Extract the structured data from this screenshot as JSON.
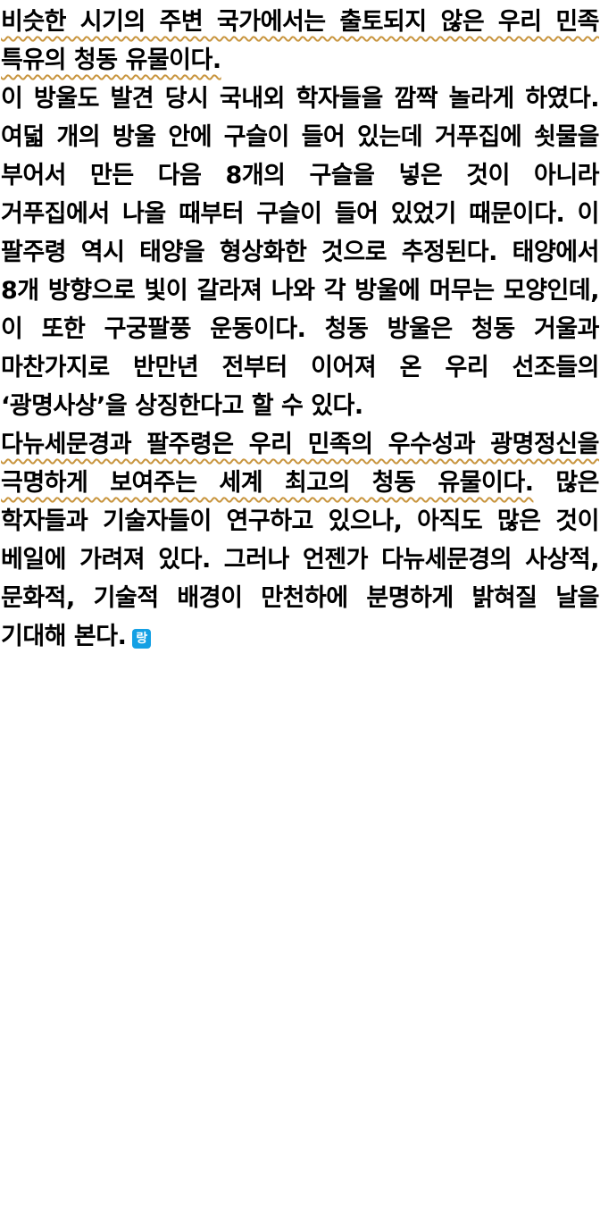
{
  "page": {
    "background_color": "#ffffff",
    "text_color": "#000000",
    "underline_color": "#c8953f",
    "paragraphs": [
      {
        "segments": [
          {
            "text": "비슷한 시기의 주변 국가에서는 출토되지 않은 우리 민족 특유의 청동 유물이다.",
            "underline": true
          }
        ],
        "has_end_mark": false
      },
      {
        "segments": [
          {
            "text": "이 방울도 발견 당시 국내외 학자들을 깜짝 놀라게 하였다. 여덟 개의 방울 안에 구슬이 들어 있는데 거푸집에 쇳물을 부어서 만든 다음 8개의 구슬을 넣은 것이 아니라 거푸집에서 나올 때부터 구슬이 들어 있었기 때문이다. 이 팔주령 역시 태양을 형상화한 것으로 추정된다. 태양에서 8개 방향으로 빛이 갈라져 나와 각 방울에 머무는 모양인데, 이 또한 구궁팔풍 운동이다. 청동 방울은 청동 거울과 마찬가지로 반만년 전부터 이어져 온 우리 선조들의 ‘광명사상’을 상징한다고 할 수 있다.",
            "underline": false
          }
        ],
        "has_end_mark": false
      },
      {
        "segments": [
          {
            "text": "다뉴세문경과 팔주령은 우리 민족의 우수성과 광명정신을 극명하게 보여주는 세계 최고의 청동 유물이다.",
            "underline": true
          },
          {
            "text": " 많은 학자들과 기술자들이 연구하고 있으나, 아직도 많은 것이 베일에 가려져 있다. 그러나 언젠가 다뉴세문경의 사상적, 문화적, 기술적 배경이 만천하에 분명하게 밝혀질 날을 기대해 본다.",
            "underline": false
          }
        ],
        "has_end_mark": true
      }
    ],
    "end_mark": {
      "label": "랑",
      "background_color": "#14a0e4",
      "text_color": "#ffffff"
    }
  }
}
